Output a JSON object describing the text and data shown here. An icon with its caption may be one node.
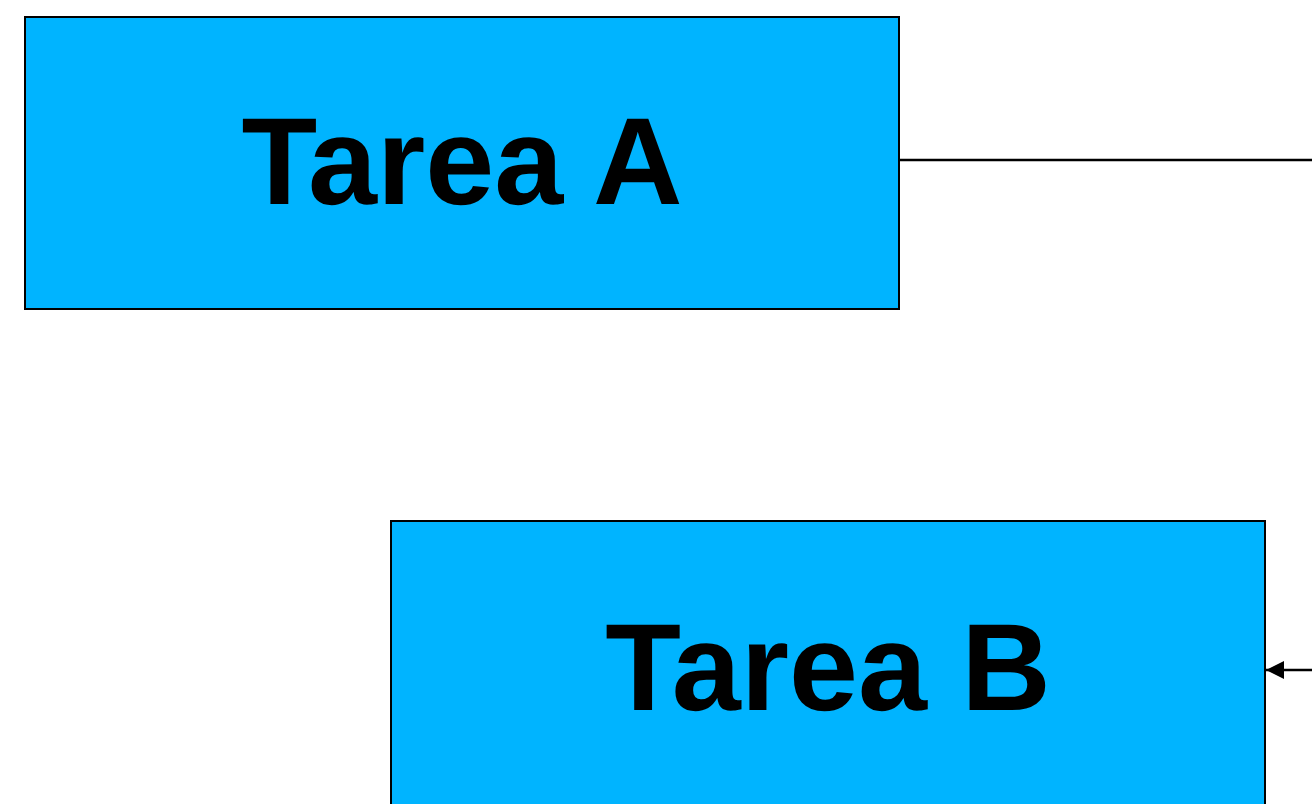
{
  "diagram": {
    "nodes": [
      {
        "text": [
          "Tarea A"
        ]
      },
      {
        "text": [
          "Tarea B"
        ]
      }
    ],
    "edges": [
      {
        "from": 0,
        "to": 1,
        "arrow": "to"
      }
    ]
  }
}
